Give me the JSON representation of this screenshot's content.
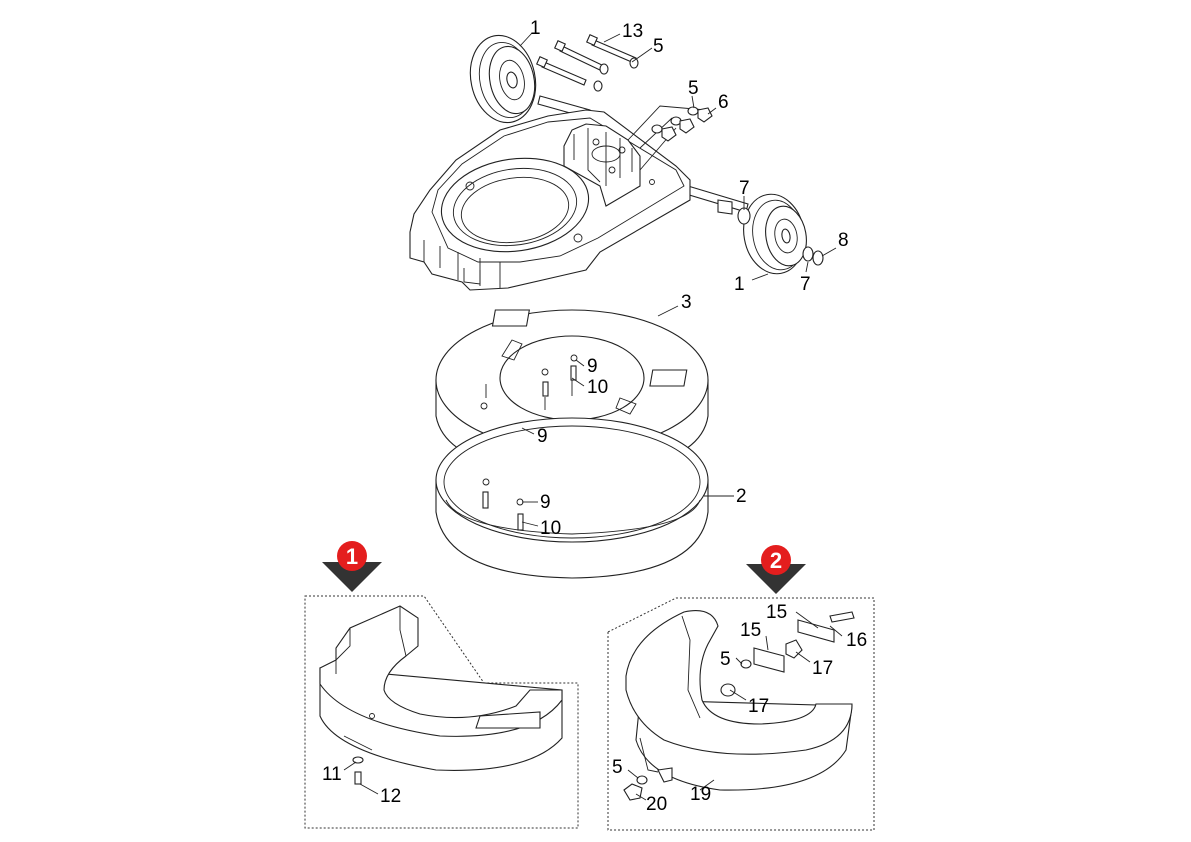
{
  "accent_color": "#e41e1e",
  "markers": [
    {
      "id": "marker-1",
      "text": "1"
    },
    {
      "id": "marker-2",
      "text": "2"
    }
  ],
  "callouts": [
    {
      "key": "c1a",
      "text": "1"
    },
    {
      "key": "c13",
      "text": "13"
    },
    {
      "key": "c5a",
      "text": "5"
    },
    {
      "key": "c5b",
      "text": "5"
    },
    {
      "key": "c6",
      "text": "6"
    },
    {
      "key": "c7a",
      "text": "7"
    },
    {
      "key": "c8",
      "text": "8"
    },
    {
      "key": "c1b",
      "text": "1"
    },
    {
      "key": "c7b",
      "text": "7"
    },
    {
      "key": "c3",
      "text": "3"
    },
    {
      "key": "c9a",
      "text": "9"
    },
    {
      "key": "c10a",
      "text": "10"
    },
    {
      "key": "c9b",
      "text": "9"
    },
    {
      "key": "c2",
      "text": "2"
    },
    {
      "key": "c9c",
      "text": "9"
    },
    {
      "key": "c10b",
      "text": "10"
    },
    {
      "key": "c11",
      "text": "11"
    },
    {
      "key": "c12",
      "text": "12"
    },
    {
      "key": "c15a",
      "text": "15"
    },
    {
      "key": "c16",
      "text": "16"
    },
    {
      "key": "c15b",
      "text": "15"
    },
    {
      "key": "c5c",
      "text": "5"
    },
    {
      "key": "c17a",
      "text": "17"
    },
    {
      "key": "c17b",
      "text": "17"
    },
    {
      "key": "c5d",
      "text": "5"
    },
    {
      "key": "c20",
      "text": "20"
    },
    {
      "key": "c19",
      "text": "19"
    }
  ]
}
